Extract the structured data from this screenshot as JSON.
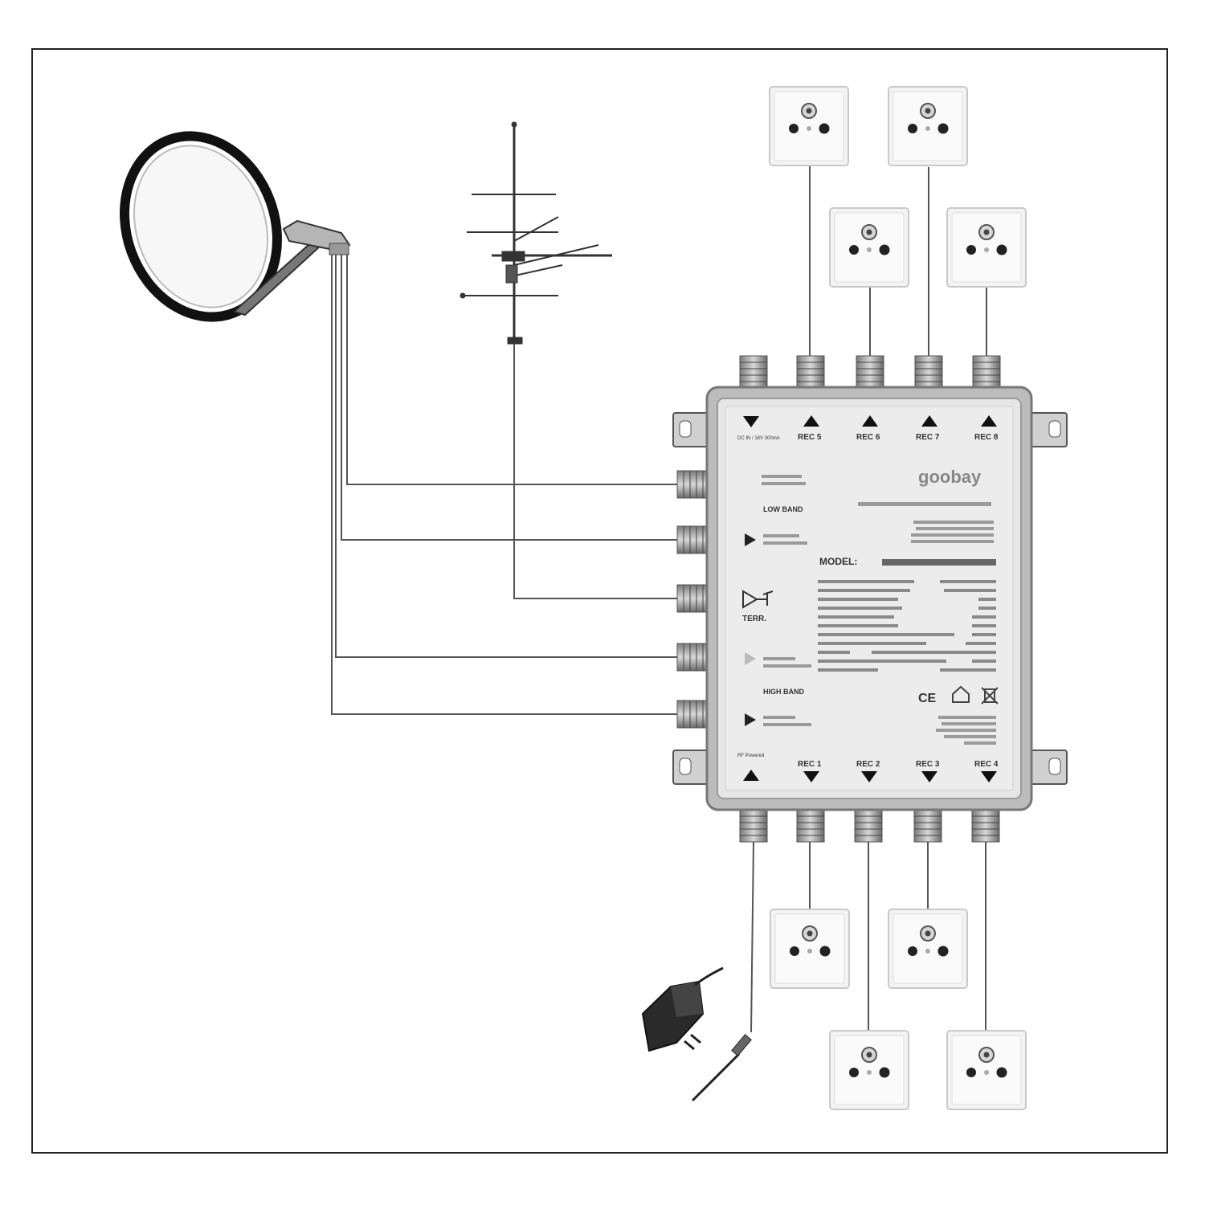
{
  "switch": {
    "brand": "goobay",
    "top_ports": [
      "REC 5",
      "REC 6",
      "REC 7",
      "REC 8"
    ],
    "bottom_ports": [
      "REC 1",
      "REC 2",
      "REC 3",
      "REC 4"
    ],
    "low_band": "LOW BAND",
    "terr": "TERR.",
    "high_band": "HIGH BAND",
    "model_label": "MODEL:",
    "ce_mark": "CE"
  },
  "colors": {
    "frame": "#222222",
    "cable": "#555555",
    "switch_body": "#e4e4e4",
    "switch_border": "#9a9a9a",
    "socket": "#f2f2f2"
  },
  "icons": [
    "satellite-dish-icon",
    "terrestrial-antenna-icon",
    "multiswitch-icon",
    "wall-socket-icon",
    "power-adapter-icon"
  ]
}
